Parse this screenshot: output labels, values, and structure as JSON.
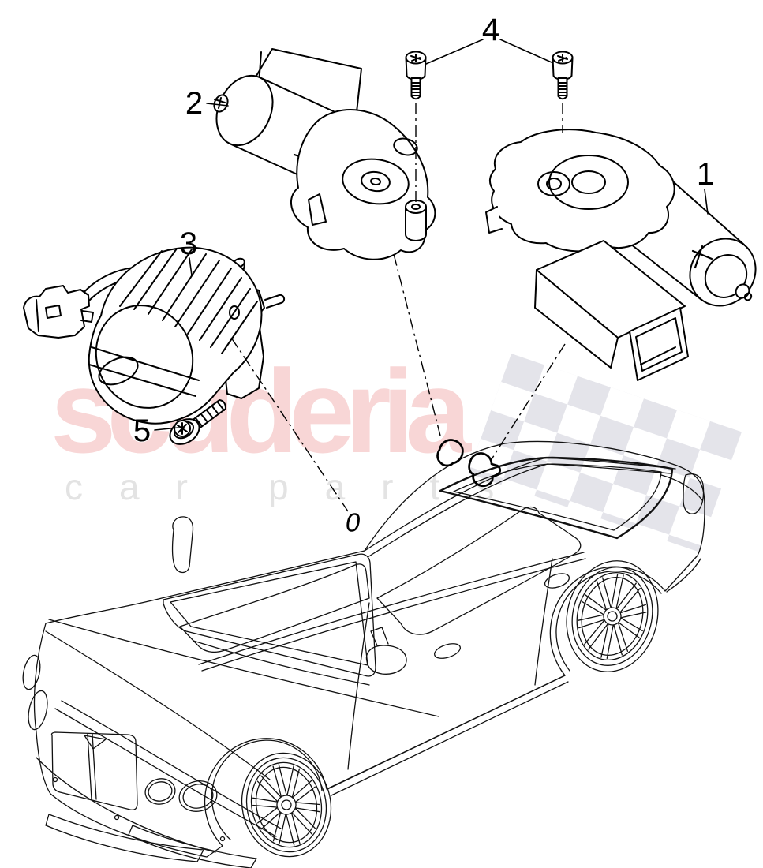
{
  "watermark": {
    "brand": "scuderia",
    "tagline_word1": "car",
    "tagline_word2": "parts",
    "brand_color": "#f8d6d6",
    "tagline_color": "#e3e3e3",
    "flag_color": "#e4e4ea"
  },
  "artwork": {
    "background_color": "#ffffff",
    "line_color": "#000000"
  },
  "callouts": {
    "c1": "1",
    "c2": "2",
    "c3": "3",
    "c4": "4",
    "c5": "5",
    "c0": "0"
  }
}
